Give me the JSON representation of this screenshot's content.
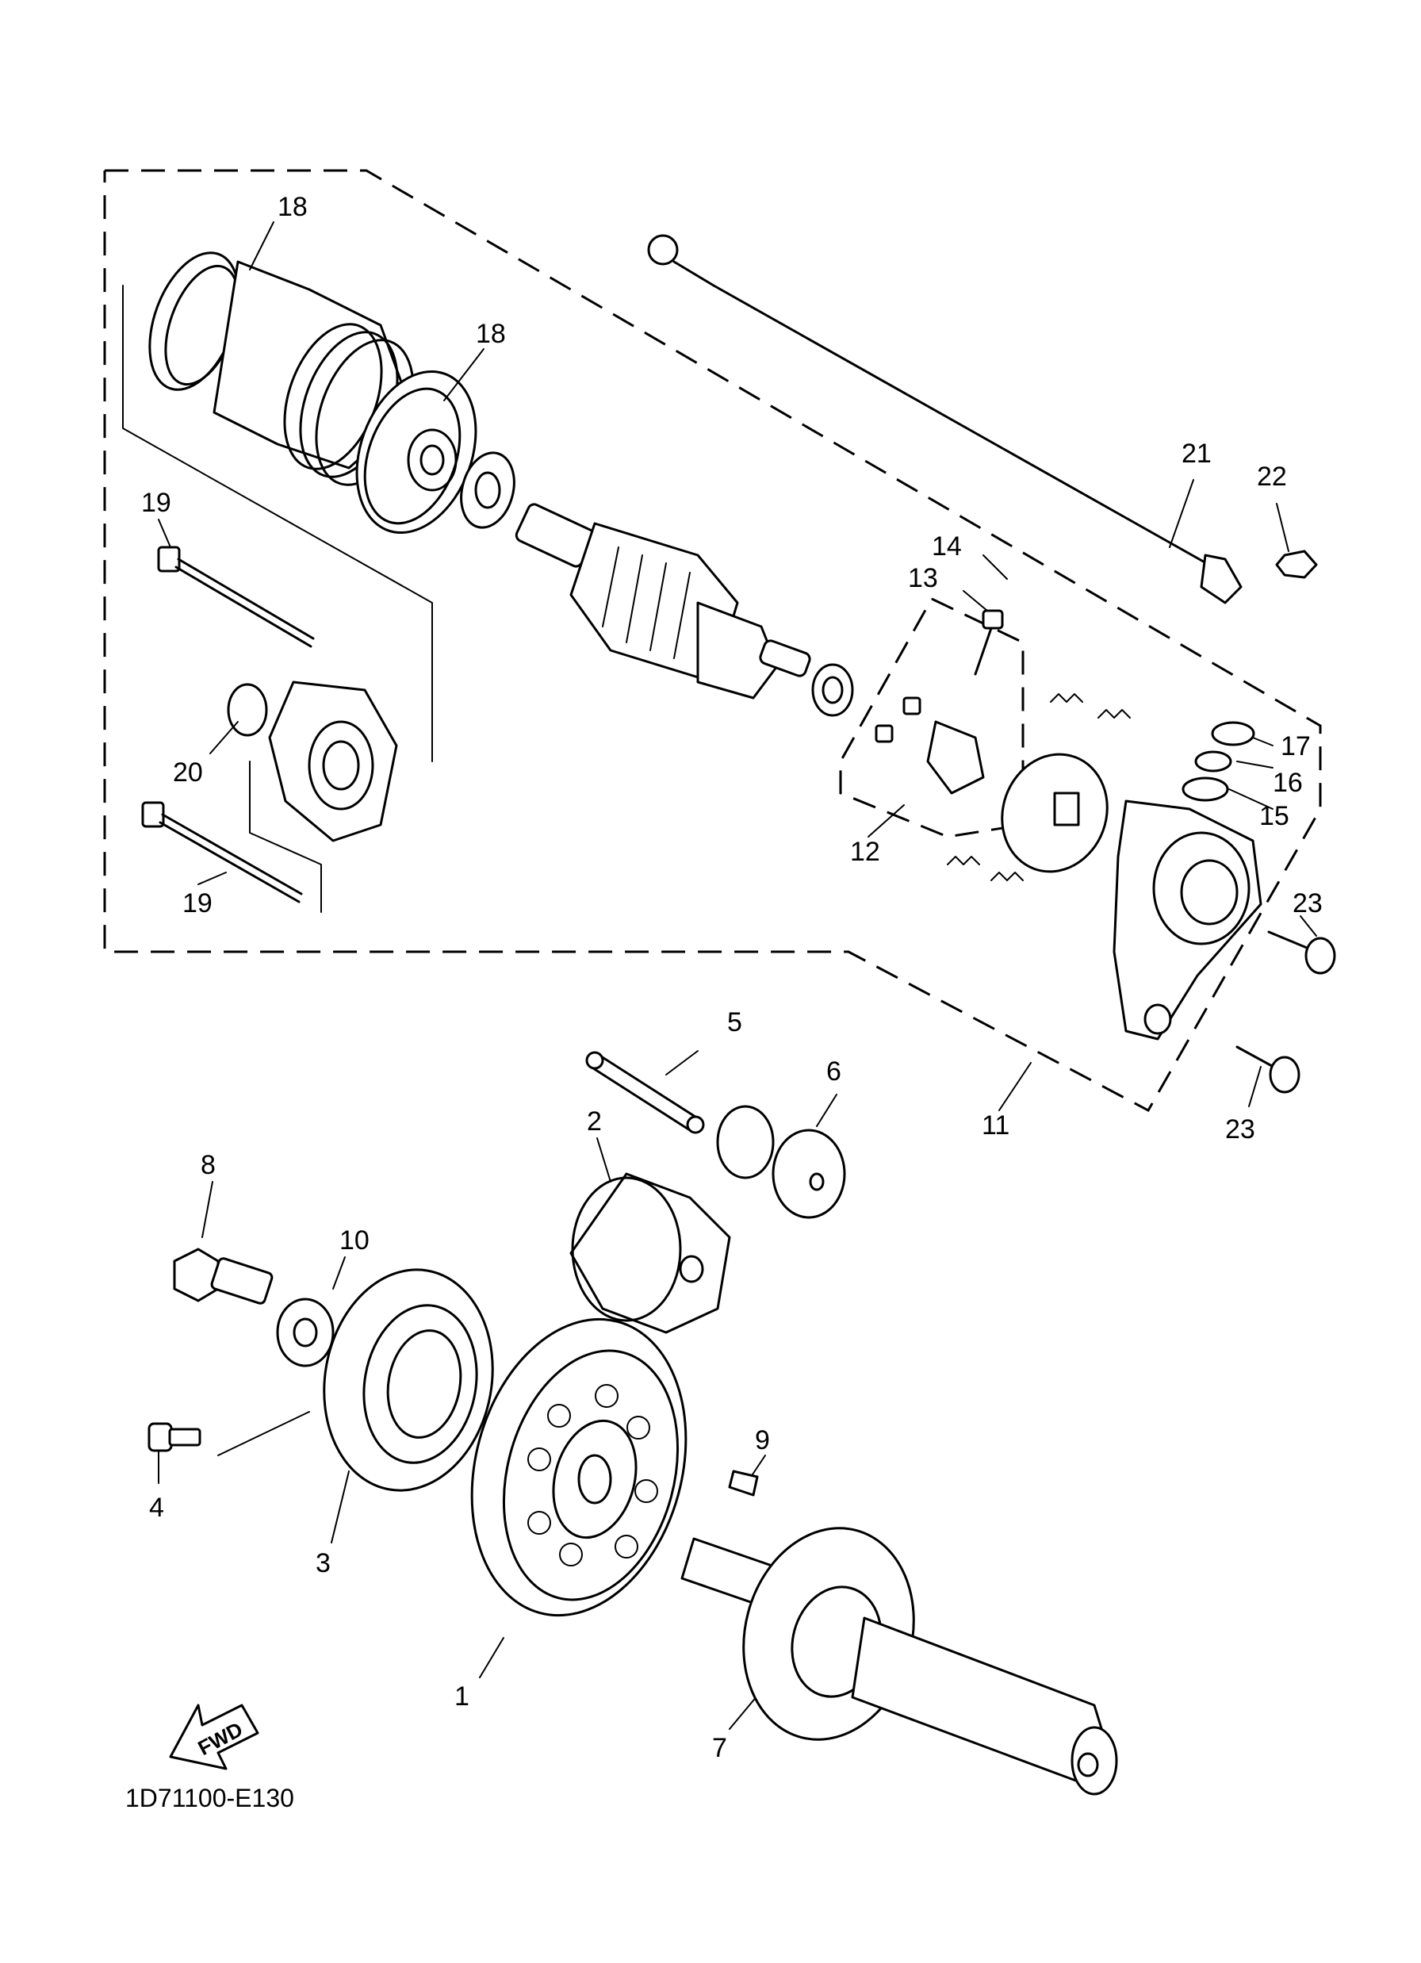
{
  "diagram": {
    "code": "1D71100-E130",
    "fwd_label": "FWD",
    "callouts": {
      "p1": "1",
      "p2": "2",
      "p3": "3",
      "p4": "4",
      "p5": "5",
      "p6": "6",
      "p7": "7",
      "p8": "8",
      "p9": "9",
      "p10": "10",
      "p11": "11",
      "p12": "12",
      "p13": "13",
      "p14": "14",
      "p15": "15",
      "p16": "16",
      "p17": "17",
      "p18a": "18",
      "p18b": "18",
      "p19a": "19",
      "p19b": "19",
      "p20": "20",
      "p21": "21",
      "p22": "22",
      "p23a": "23",
      "p23b": "23"
    }
  }
}
